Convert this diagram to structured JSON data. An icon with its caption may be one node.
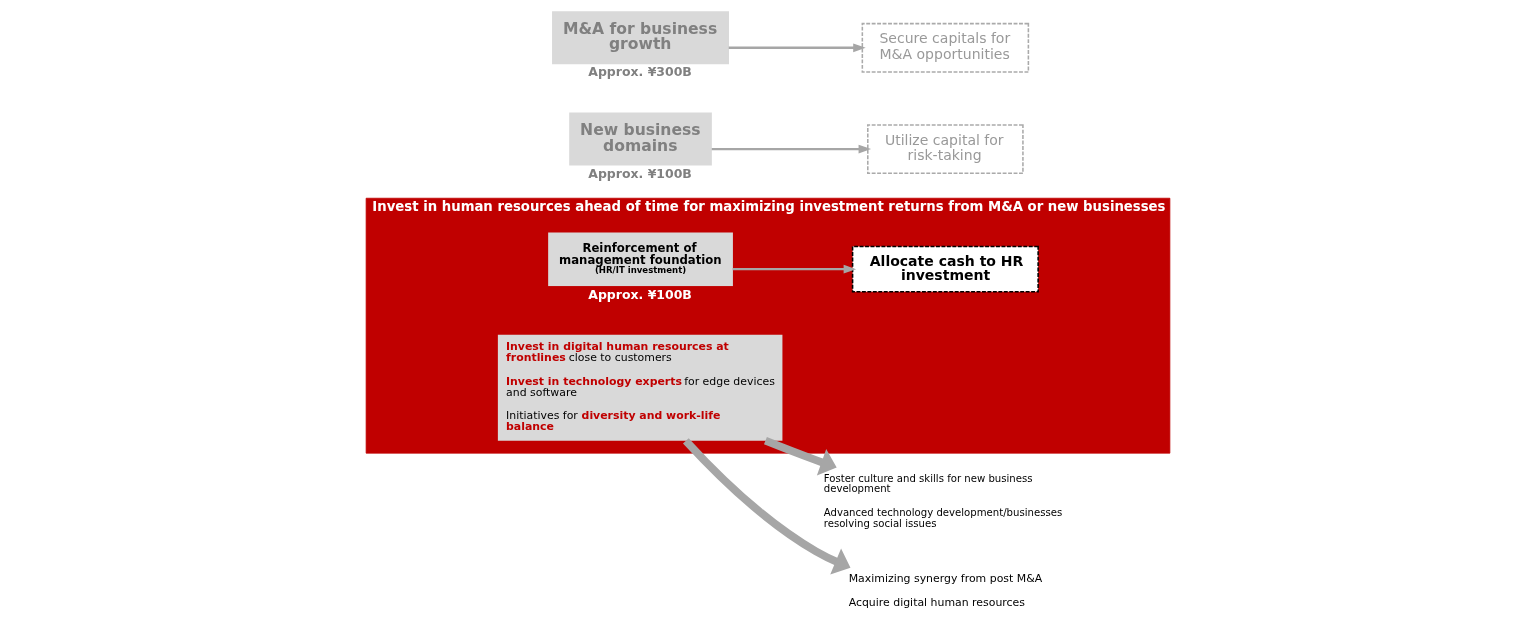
{
  "diagram": {
    "nodes": [
      {
        "text": [
          "M&A for business growth"
        ],
        "beside": [
          "Approx. ¥300B"
        ]
      },
      {
        "text": [
          "Secure capitals for M&A opportunities"
        ]
      },
      {
        "text": [
          "Maximizing synergy from post M&A",
          "Acquire digital human resources"
        ]
      },
      {
        "text": [
          "Invest in human resources ahead of time for maximizing investment returns from M&A or new businesses"
        ]
      },
      {
        "text": [
          "Reinforcement of management foundation",
          "(HR/IT investment)"
        ],
        "beside": [
          "Approx. ¥100B"
        ],
        "in": 3
      },
      {
        "text": [
          "Allocate cash to HR investment"
        ],
        "in": 3
      },
      {
        "text": [
          "**Invest in digital human resources at frontlines** close to customers",
          "**Invest in technology experts** for edge devices and software",
          "Initiatives for **diversity and work-life balance**"
        ],
        "in": 3
      },
      {
        "text": [
          "New business domains"
        ],
        "beside": [
          "Approx. ¥100B"
        ]
      },
      {
        "text": [
          "Utilize capital for risk-taking"
        ]
      },
      {
        "text": [
          "Foster culture and skills for new business development",
          "Advanced technology development/businesses resolving social issues"
        ]
      }
    ],
    "edges": [
      {
        "from": 0,
        "to": 1,
        "arrow": "to"
      },
      {
        "from": 6,
        "to": 2,
        "arrow": "to",
        "style": "thick"
      },
      {
        "from": 4,
        "to": 5,
        "arrow": "to"
      },
      {
        "from": 6,
        "to": 9,
        "arrow": "to",
        "style": "thick"
      },
      {
        "from": 7,
        "to": 8,
        "arrow": "to"
      }
    ]
  }
}
